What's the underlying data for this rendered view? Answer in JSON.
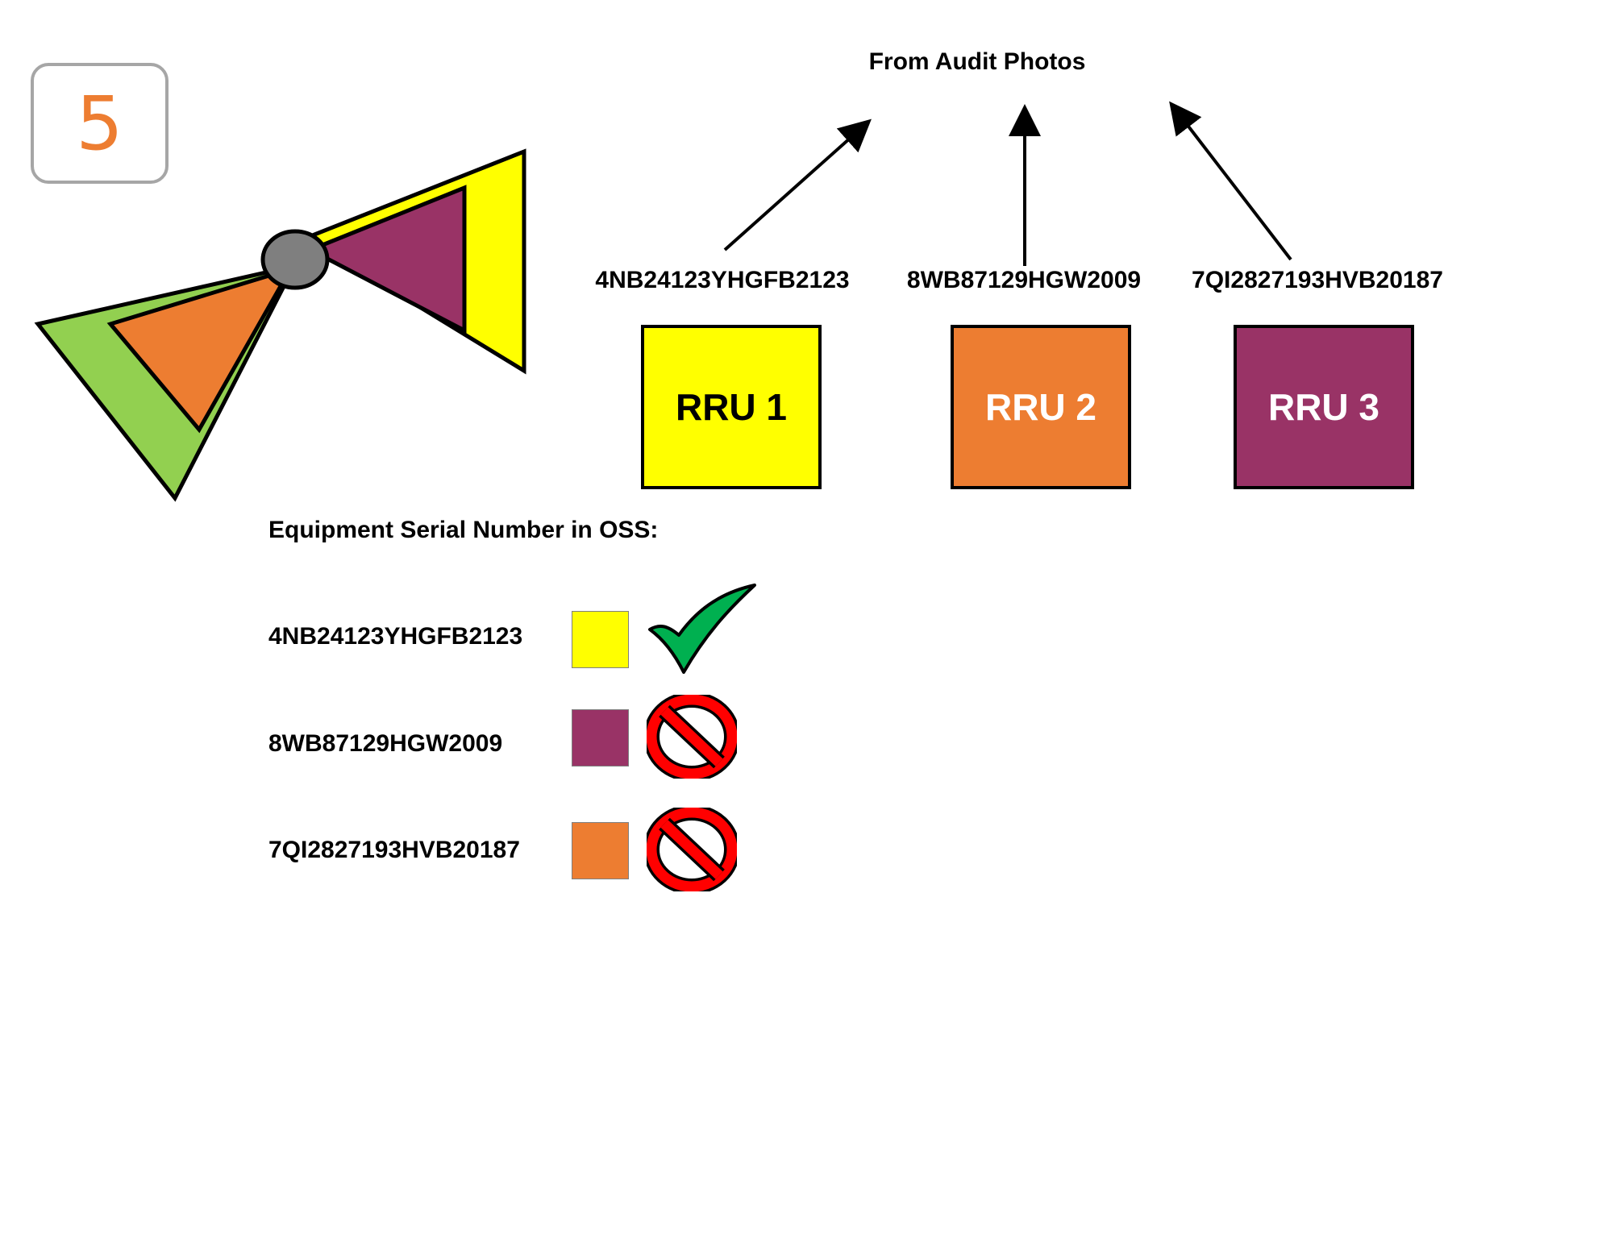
{
  "step_number": "5",
  "audit_heading": "From Audit Photos",
  "photo_serials": [
    "4NB24123YHGFB2123",
    "8WB87129HGW2009",
    "7QI2827193HVB20187"
  ],
  "rru_boxes": [
    {
      "label": "RRU 1",
      "fill": "#ffff00",
      "text_color": "#000000"
    },
    {
      "label": "RRU 2",
      "fill": "#ed7d31",
      "text_color": "#ffffff"
    },
    {
      "label": "RRU 3",
      "fill": "#993366",
      "text_color": "#ffffff"
    }
  ],
  "oss": {
    "title": "Equipment Serial Number in OSS:",
    "rows": [
      {
        "serial": "4NB24123YHGFB2123",
        "swatch": "#ffff00",
        "status": "check-icon"
      },
      {
        "serial": "8WB87129HGW2009",
        "swatch": "#993366",
        "status": "prohibited-icon"
      },
      {
        "serial": "7QI2827193HVB20187",
        "swatch": "#ed7d31",
        "status": "prohibited-icon"
      }
    ]
  },
  "colors": {
    "yellow": "#ffff00",
    "orange": "#ed7d31",
    "purple": "#993366",
    "green": "#92d050",
    "grey": "#7f7f7f",
    "check_green": "#00b050",
    "prohibit_red": "#ff0000"
  }
}
